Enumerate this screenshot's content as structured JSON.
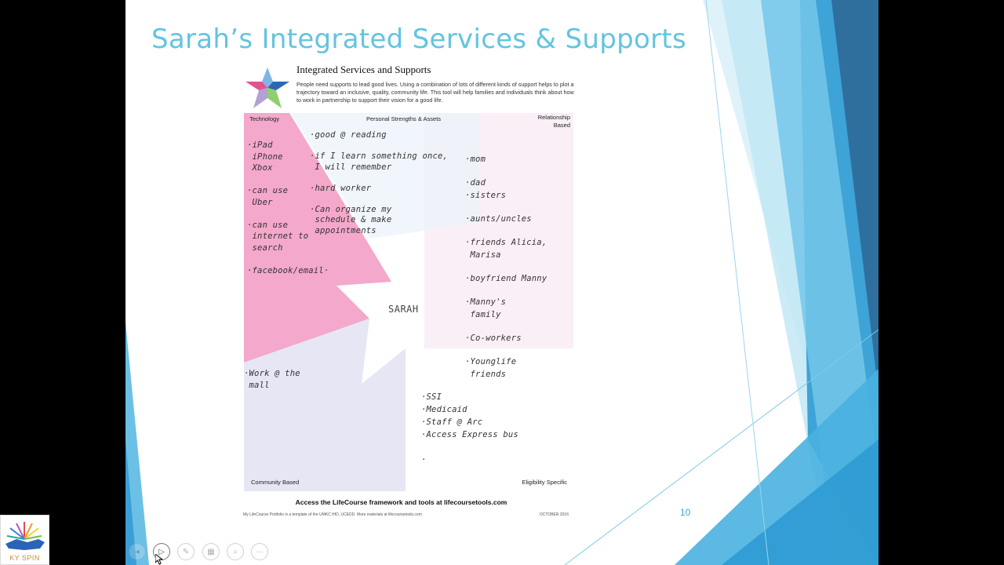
{
  "slide": {
    "title": "Sarah’s Integrated Services & Supports",
    "number": "10"
  },
  "sheet": {
    "heading": "Integrated Services and Supports",
    "description": "People need supports to lead good lives. Using a combination of lots of different kinds of support helps to plot a trajectory toward an inclusive, quality, community life. This tool will help families and individuals think about how to work in partnership to support their vision for a good life.",
    "quadrants": {
      "technology": "Technology",
      "personal": "Personal Strengths & Assets",
      "relationship": "Relationship Based",
      "community": "Community Based",
      "eligibility": "Eligibility Specific"
    },
    "center_name": "SARAH",
    "notes": {
      "technology": "·iPad\n iPhone\n Xbox\n\n·can use\n Uber\n\n·can use\n internet to\n search\n\n·facebook/email·",
      "personal": "·good @ reading\n\n·if I learn something once,\n I will remember\n\n·hard worker\n\n·Can organize my\n schedule & make\n appointments",
      "relationship": "·mom\n\n·dad\n·sisters\n\n·aunts/uncles\n\n·friends Alicia,\n Marisa\n\n·boyfriend Manny\n\n·Manny's\n family\n\n·Co-workers\n\n·Younglife\n friends",
      "community": "·Work @ the\n mall",
      "eligibility": "·SSI\n·Medicaid\n·Staff @ Arc\n·Access Express bus\n\n·"
    },
    "footer": "Access the LifeCourse framework and tools at lifecoursetools.com",
    "footer_small": "My LifeCourse Portfolio is a template of the UMKC IHD, UCEDD. More materials at lifecoursetools.com",
    "date": "OCTOBER 2016"
  },
  "brand": {
    "name": "KY SPIN"
  },
  "toolbar": {
    "prev": "◂",
    "play": "▷",
    "pen": "✎",
    "slides": "▦",
    "zoom": "⌕",
    "more": "···"
  },
  "colors": {
    "title": "#63c4e0",
    "technology_quadrant": "#f4a8cb",
    "community_quadrant": "#e6e6f4",
    "relationship_quadrant": "#f8e8f2",
    "accent_blue": "#3aa6cf"
  },
  "icons": [
    "star-logo-icon",
    "kyspin-logo-icon",
    "cursor-icon"
  ]
}
